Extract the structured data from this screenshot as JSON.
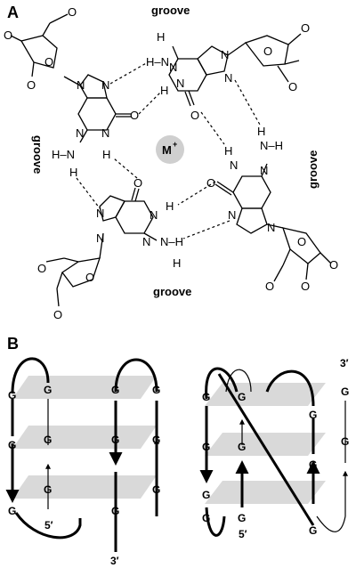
{
  "panels": {
    "a": "A",
    "b": "B"
  },
  "groove_labels": {
    "top": "groove",
    "bottom": "groove",
    "left": "groove",
    "right": "groove"
  },
  "metal_ion": {
    "label": "M",
    "charge": "+",
    "fill": "#cfcfcf"
  },
  "atoms": {
    "N": "N",
    "H": "H",
    "O": "O",
    "methoxy": "O",
    "h_n": "H–N",
    "n_h": "N–H"
  },
  "strand_ends": {
    "five": "5′",
    "three": "3′"
  },
  "g": "G",
  "colors": {
    "plane": "#d9d9d9",
    "stroke": "#000000"
  }
}
